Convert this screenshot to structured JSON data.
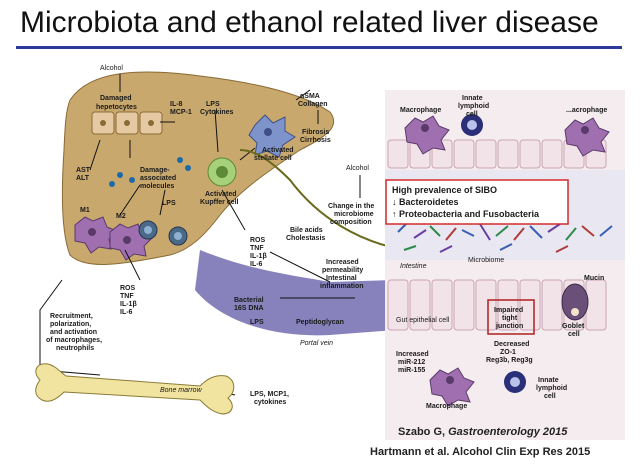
{
  "title": "Microbiota and ethanol related liver disease",
  "labels": {
    "alcohol_top": "Alcohol",
    "damaged_hepatocytes": [
      "Damaged",
      "hepetocytes"
    ],
    "il8": [
      "IL-8",
      "MCP-1"
    ],
    "lps_cytokines": [
      "LPS",
      "Cytokines"
    ],
    "asma": [
      "αSMA",
      "Collagen"
    ],
    "fibrosis": [
      "Fibrosis",
      "Cirrhosis"
    ],
    "activated_stellate": [
      "Activated",
      "stellate cell"
    ],
    "ast_alt": [
      "AST",
      "ALT"
    ],
    "damp": [
      "Damage-",
      "associated",
      "molecules"
    ],
    "activated_kupffer": [
      "Activated",
      "Kupffer cell"
    ],
    "m1": "M1",
    "m2": "M2",
    "lps_mid": "LPS",
    "ros_tnf_left": [
      "ROS",
      "TNF",
      "IL-1β",
      "IL-6"
    ],
    "ros_tnf_mid": [
      "ROS",
      "TNF",
      "IL-1β",
      "IL-6"
    ],
    "bile_acids": [
      "Bile acids",
      "Cholestasis"
    ],
    "alcohol_mid": "Alcohol",
    "change_microbiome": [
      "Change in the",
      "microbiome",
      "composition"
    ],
    "increased_perm": [
      "Increased",
      "permeability",
      "Intestinal",
      "inflammation"
    ],
    "bacterial_dna": [
      "Bacterial",
      "16S DNA"
    ],
    "lps_arrow": "LPS",
    "peptidoglycan": "Peptidoglycan",
    "portal_vein": "Portal vein",
    "recruitment": [
      "Recruitment,",
      "polarization,",
      "and activation",
      "of macrophages,",
      "neutrophils"
    ],
    "bone_marrow": "Bone marrow",
    "lps_mcp1": [
      "LPS, MCP1,",
      "cytokines"
    ],
    "macrophage_top": "Macrophage",
    "innate_top": [
      "Innate",
      "lymphoid",
      "cell"
    ],
    "macrophage_top_right": "...acrophage",
    "intestine": "Intestine",
    "microbiome": "Microbiome",
    "mucin": "Mucin",
    "gut_epithelial": "Gut epithelial cell",
    "impaired": [
      "Impaired",
      "tight",
      "junction"
    ],
    "goblet": [
      "Goblet",
      "cell"
    ],
    "decreased": [
      "Decreased",
      "ZO-1",
      "Reg3b, Reg3g"
    ],
    "increased_mir": [
      "Increased",
      "miR-212",
      "miR-155"
    ],
    "macrophage_bottom": "Macrophage",
    "innate_bottom": [
      "Innate",
      "lymphoid",
      "cell"
    ]
  },
  "sibo_box": {
    "line1": "High prevalence of SIBO",
    "line2": "↓ Bacteroidetes",
    "line3": "↑ Proteobacteria and Fusobacteria"
  },
  "citations": {
    "c1_author": "Szabo G, ",
    "c1_journal": "Gastroenterology 2015",
    "c2": "Hartmann et al. Alcohol Clin Exp Res  2015"
  },
  "colors": {
    "liver": "#c9a86e",
    "portal_vein": "#7a74b4",
    "title_rule": "#2b3a9a",
    "sibo_border": "#d42a2a",
    "bone": "#f1e4a0"
  }
}
